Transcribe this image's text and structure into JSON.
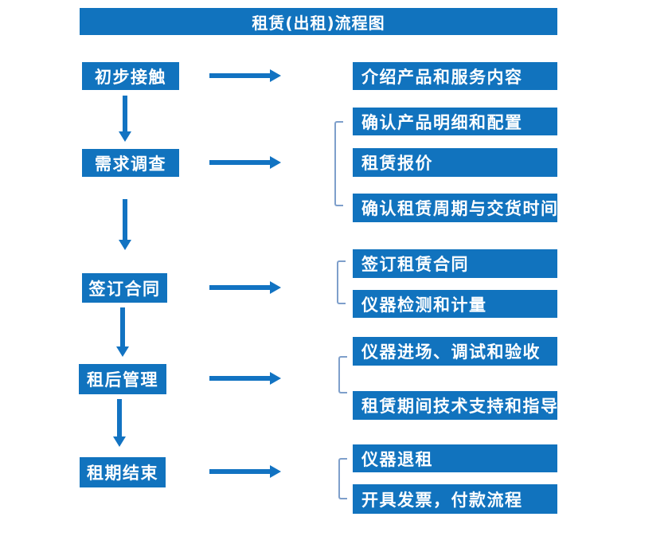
{
  "title": "租赁(出租)流程图",
  "colors": {
    "primary": "#1173BE",
    "arrow": "#1273C2",
    "bracket": "#7E9FCB",
    "box_text": "#FFFFFF",
    "background": "#FFFFFF"
  },
  "stages": [
    {
      "label": "初步接触",
      "details": [
        "介绍产品和服务内容"
      ]
    },
    {
      "label": "需求调查",
      "details": [
        "确认产品明细和配置",
        "租赁报价",
        "确认租赁周期与交货时间"
      ]
    },
    {
      "label": "签订合同",
      "details": [
        "签订租赁合同",
        "仪器检测和计量"
      ]
    },
    {
      "label": "租后管理",
      "details": [
        "仪器进场、调试和验收",
        "租赁期间技术支持和指导"
      ]
    },
    {
      "label": "租期结束",
      "details": [
        "仪器退租",
        "开具发票，付款流程"
      ]
    }
  ]
}
